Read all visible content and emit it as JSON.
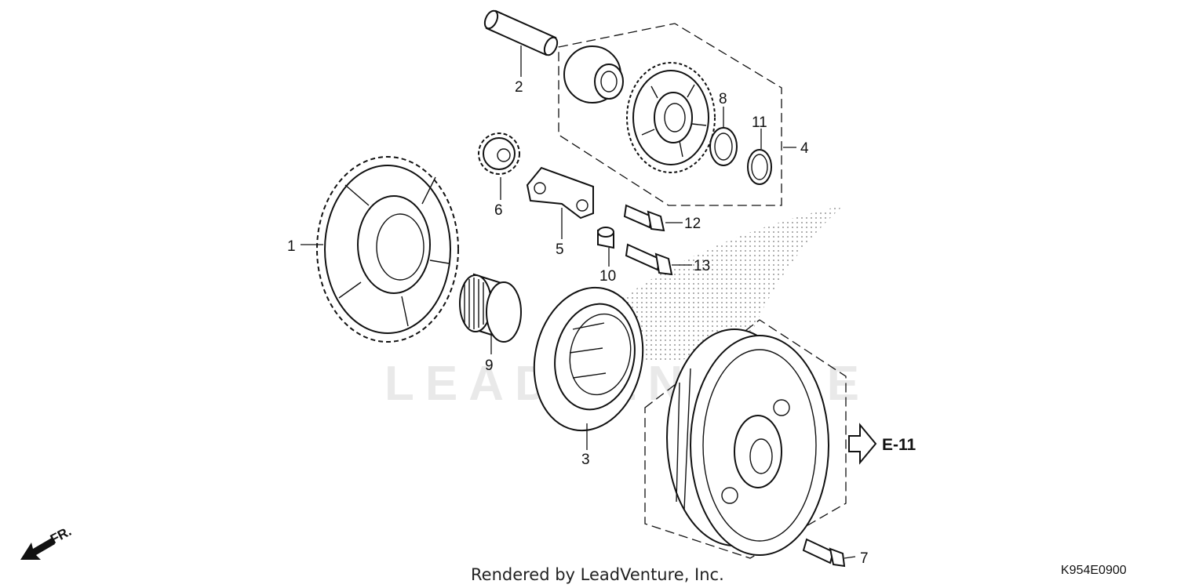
{
  "diagram": {
    "callouts": [
      {
        "id": "1",
        "label": "1"
      },
      {
        "id": "2",
        "label": "2"
      },
      {
        "id": "3",
        "label": "3"
      },
      {
        "id": "4",
        "label": "4"
      },
      {
        "id": "5",
        "label": "5"
      },
      {
        "id": "6",
        "label": "6"
      },
      {
        "id": "7",
        "label": "7"
      },
      {
        "id": "8",
        "label": "8"
      },
      {
        "id": "9",
        "label": "9"
      },
      {
        "id": "10",
        "label": "10"
      },
      {
        "id": "11",
        "label": "11"
      },
      {
        "id": "12",
        "label": "12"
      },
      {
        "id": "13",
        "label": "13"
      }
    ],
    "reference": "E-11",
    "direction_label": "FR.",
    "watermark": "LEADVENTURE",
    "credit": "Rendered by LeadVenture, Inc.",
    "diagram_code": "K954E0900"
  }
}
